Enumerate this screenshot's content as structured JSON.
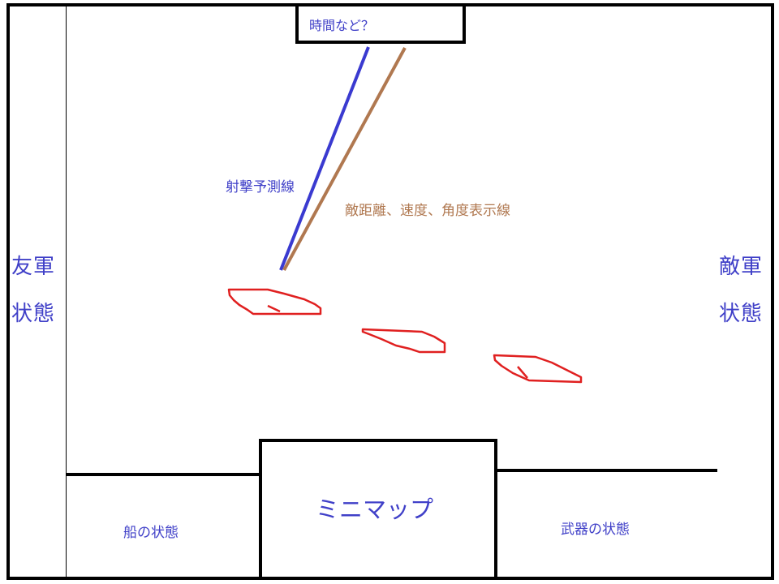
{
  "hud": {
    "time_label": "時間など？",
    "ally_status": [
      "友軍",
      "状態"
    ],
    "enemy_status": [
      "敵軍",
      "状態"
    ],
    "fire_prediction_label": "射撃予測線",
    "enemy_info_label": "敵距離、速度、角度表示線",
    "minimap_label": "ミニマップ",
    "ship_status_label": "船の状態",
    "weapon_status_label": "武器の状態"
  },
  "colors": {
    "label_blue": "#4040c8",
    "fire_line_blue": "#3a3ad0",
    "info_line_brown": "#b07850",
    "enemy_outline_red": "#e02020"
  },
  "enemy_ships": [
    "enemy-ship-1",
    "enemy-ship-2",
    "enemy-ship-3"
  ]
}
